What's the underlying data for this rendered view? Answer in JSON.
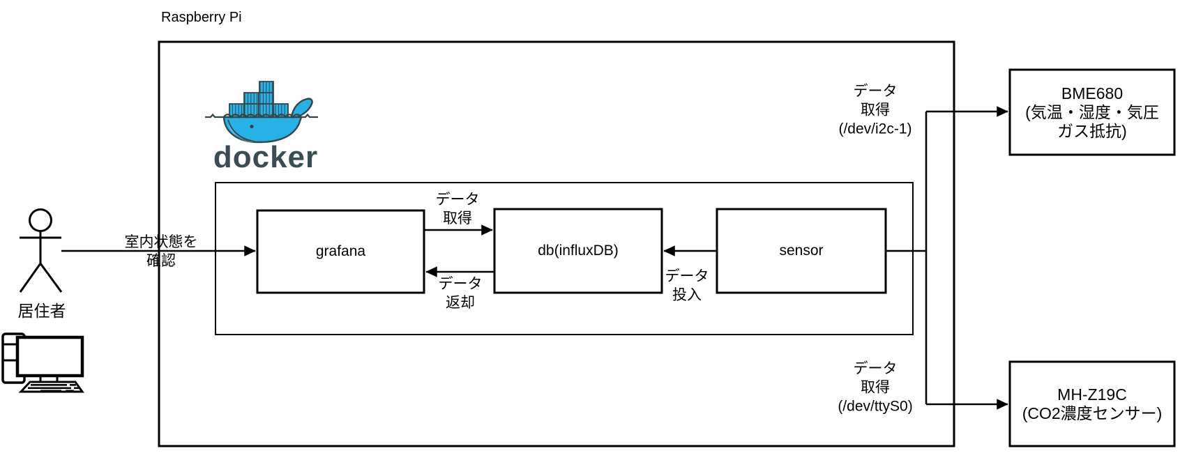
{
  "title": "Raspberry Pi",
  "nodes": {
    "raspberry_pi": {
      "label": "Raspberry Pi"
    },
    "grafana": {
      "label": "grafana"
    },
    "db": {
      "label": "db(influxDB)"
    },
    "sensor": {
      "label": "sensor"
    },
    "bme680": {
      "lines": [
        "BME680",
        "(気温・湿度・気圧",
        "ガス抵抗)"
      ]
    },
    "mhz19c": {
      "lines": [
        "MH-Z19C",
        "(CO2濃度センサー)"
      ]
    },
    "resident": {
      "label": "居住者"
    }
  },
  "edges": {
    "resident_to_grafana": {
      "lines": [
        "室内状態を",
        "確認"
      ]
    },
    "grafana_to_db": {
      "lines": [
        "データ",
        "取得"
      ]
    },
    "db_to_grafana": {
      "lines": [
        "データ",
        "返却"
      ]
    },
    "sensor_to_db": {
      "lines": [
        "データ",
        "投入"
      ]
    },
    "sensor_to_bme680": {
      "lines": [
        "データ",
        "取得",
        "(/dev/i2c-1)"
      ]
    },
    "sensor_to_mhz19c": {
      "lines": [
        "データ",
        "取得",
        "(/dev/ttyS0)"
      ]
    }
  },
  "logo": {
    "wordmark": "docker",
    "colors": {
      "whale_blue": "#26B2E7",
      "outline_dark": "#364548",
      "wordmark_dark": "#394D54",
      "belly_light": "#D5EEF5"
    }
  },
  "line_color": "#000000"
}
